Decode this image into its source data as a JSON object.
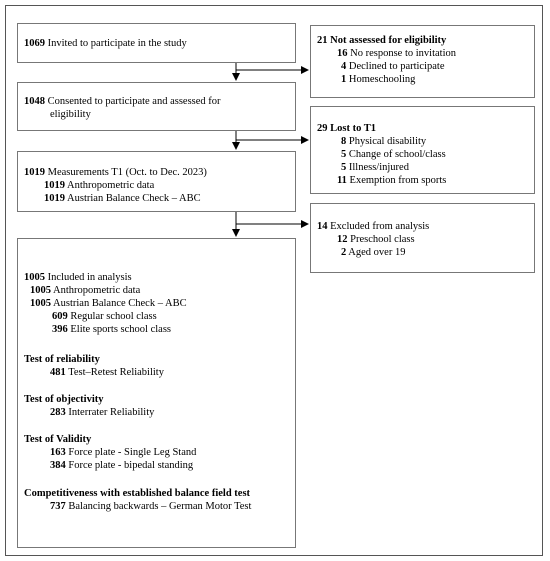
{
  "boxes": {
    "invited": {
      "num": "1069",
      "text": "Invited to participate in the study"
    },
    "not_assessed": {
      "title": "21 Not assessed for eligibility",
      "items": [
        {
          "num": "16",
          "text": "No response to invitation"
        },
        {
          "num": "4",
          "text": "Declined to participate"
        },
        {
          "num": "1",
          "text": "Homeschooling"
        }
      ]
    },
    "consented": {
      "num": "1048",
      "text": "Consented to participate and assessed for",
      "text2": "eligibility"
    },
    "lost": {
      "title": "29 Lost to T1",
      "items": [
        {
          "num": "8",
          "text": "Physical disability"
        },
        {
          "num": "5",
          "text": "Change of school/class"
        },
        {
          "num": "5",
          "text": "Illness/injured"
        },
        {
          "num": "11",
          "text": "Exemption from sports"
        }
      ]
    },
    "measurements": {
      "num": "1019",
      "text": "Measurements T1 (Oct. to Dec. 2023)",
      "items": [
        {
          "num": "1019",
          "text": "Anthropometric data"
        },
        {
          "num": "1019",
          "text": "Austrian Balance Check – ABC"
        }
      ]
    },
    "excluded": {
      "num": "14",
      "text": "Excluded from analysis",
      "items": [
        {
          "num": "12",
          "text": "Preschool class"
        },
        {
          "num": "2",
          "text": "Aged over 19"
        }
      ]
    },
    "included": {
      "num": "1005",
      "text": "Included in analysis",
      "items": [
        {
          "num": "1005",
          "text": "Anthropometric data"
        },
        {
          "num": "1005",
          "text": "Austrian Balance Check – ABC"
        }
      ],
      "subitems": [
        {
          "num": "609",
          "text": "Regular school class"
        },
        {
          "num": "396",
          "text": "Elite sports school class"
        }
      ],
      "reliability": {
        "heading": "Test of reliability",
        "num": "481",
        "text": "Test–Retest Reliability"
      },
      "objectivity": {
        "heading": "Test of objectivity",
        "num": "283",
        "text": "Interrater Reliability"
      },
      "validity": {
        "heading": "Test of Validity",
        "items": [
          {
            "num": "163",
            "text": "Force plate - Single Leg Stand"
          },
          {
            "num": "384",
            "text": "Force plate - bipedal standing"
          }
        ]
      },
      "competitiveness": {
        "heading": "Competitiveness with established balance field test",
        "num": "737",
        "text": "Balancing backwards – German Motor Test"
      }
    }
  }
}
